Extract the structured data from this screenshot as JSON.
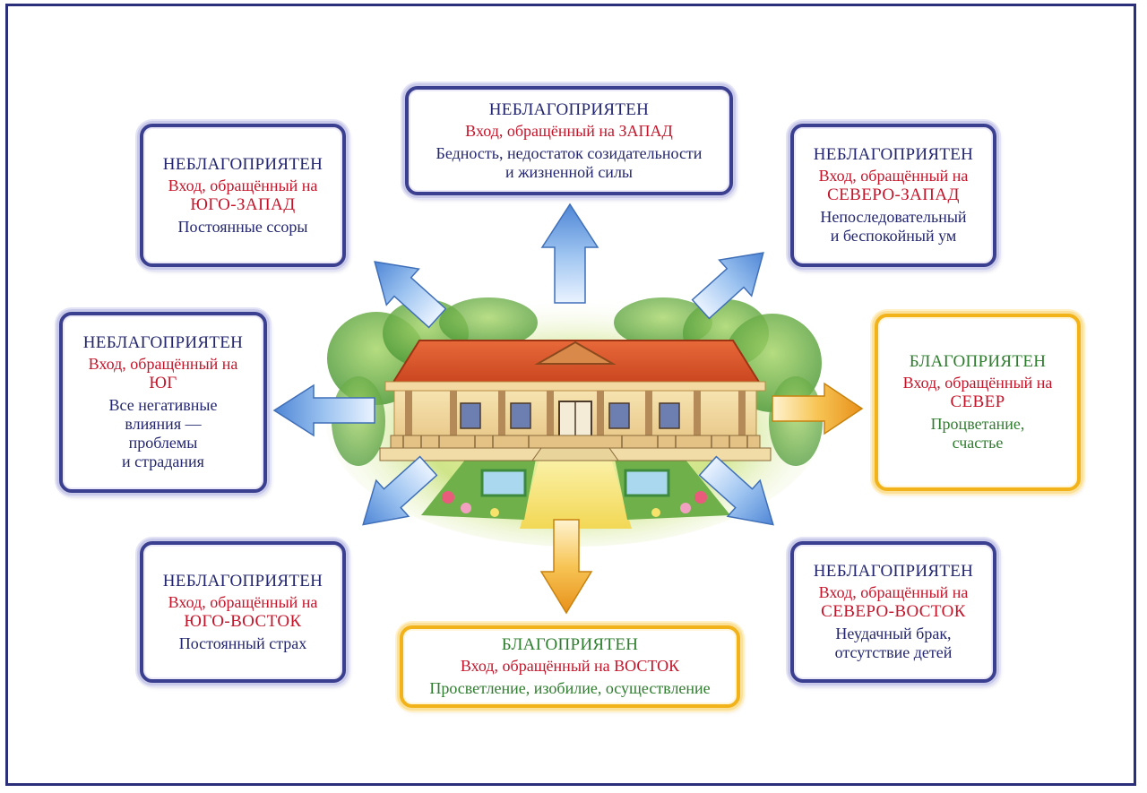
{
  "boxes": {
    "west": {
      "status": "НЕБЛАГОПРИЯТЕН",
      "entrance": "Вход, обращённый на ЗАПАД",
      "direction": "",
      "effect_1": "Бедность, недостаток созидательности",
      "effect_2": "и жизненной силы"
    },
    "southwest": {
      "status": "НЕБЛАГОПРИЯТЕН",
      "entrance": "Вход, обращённый на",
      "direction": "ЮГО-ЗАПАД",
      "effect_1": "Постоянные ссоры",
      "effect_2": ""
    },
    "northwest": {
      "status": "НЕБЛАГОПРИЯТЕН",
      "entrance": "Вход, обращённый на",
      "direction": "СЕВЕРО-ЗАПАД",
      "effect_1": "Непоследовательный",
      "effect_2": "и беспокойный ум"
    },
    "south": {
      "status": "НЕБЛАГОПРИЯТЕН",
      "entrance": "Вход, обращённый на",
      "direction": "ЮГ",
      "effect_1": "Все негативные",
      "effect_2": "влияния —",
      "effect_3": "проблемы",
      "effect_4": "и страдания"
    },
    "north": {
      "status": "БЛАГОПРИЯТЕН",
      "entrance": "Вход, обращённый на",
      "direction": "СЕВЕР",
      "effect_1": "Процветание,",
      "effect_2": "счастье"
    },
    "southeast": {
      "status": "НЕБЛАГОПРИЯТЕН",
      "entrance": "Вход, обращённый на",
      "direction": "ЮГО-ВОСТОК",
      "effect_1": "Постоянный страх",
      "effect_2": ""
    },
    "east": {
      "status": "БЛАГОПРИЯТЕН",
      "entrance": "Вход, обращённый на ВОСТОК",
      "direction": "",
      "effect_1": "Просветление, изобилие, осуществление",
      "effect_2": ""
    },
    "northeast": {
      "status": "НЕБЛАГОПРИЯТЕН",
      "entrance": "Вход, обращённый на",
      "direction": "СЕВЕРО-ВОСТОК",
      "effect_1": "Неудачный брак,",
      "effect_2": "отсутствие детей"
    }
  },
  "colors": {
    "unfavorable_border": "#3a3f8f",
    "favorable_border": "#f2b31a",
    "unfavorable_text": "#23266e",
    "favorable_text": "#2e7d2e",
    "entrance_text": "#c4142a",
    "arrow_unfavorable": "#8fb8ec",
    "arrow_favorable": "#f3b232"
  }
}
